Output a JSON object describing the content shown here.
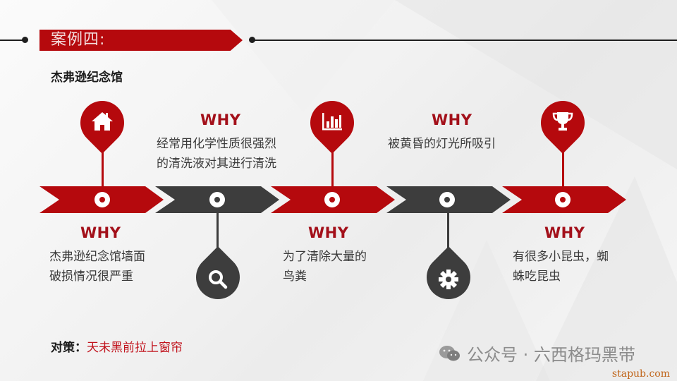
{
  "header": {
    "banner_title": "案例四:",
    "subtitle": "杰弗逊纪念馆"
  },
  "colors": {
    "accent_red": "#b5090d",
    "dark_gray": "#3d3d3d",
    "why_red": "#a3101a",
    "measure_red": "#c1121c"
  },
  "timeline": {
    "segments": [
      {
        "color": "red",
        "icon": "home-icon",
        "pin_position": "top",
        "why": "WHY",
        "text": [
          "杰弗逊纪念馆墙面",
          "破损情况很严重"
        ],
        "text_position": "bottom"
      },
      {
        "color": "gray",
        "icon": "search-icon",
        "pin_position": "bottom",
        "why": "WHY",
        "text": [
          "经常用化学性质很强烈",
          "的清洗液对其进行清洗"
        ],
        "text_position": "top"
      },
      {
        "color": "red",
        "icon": "bar-chart-icon",
        "pin_position": "top",
        "why": "WHY",
        "text": [
          "为了清除大量的",
          "鸟粪"
        ],
        "text_position": "bottom"
      },
      {
        "color": "gray",
        "icon": "gear-icon",
        "pin_position": "bottom",
        "why": "WHY",
        "text": [
          "被黄昏的灯光所吸引"
        ],
        "text_position": "top"
      },
      {
        "color": "red",
        "icon": "trophy-icon",
        "pin_position": "top",
        "why": "WHY",
        "text": [
          "有很多小昆虫，蜘",
          "蛛吃昆虫"
        ],
        "text_position": "bottom"
      }
    ]
  },
  "measure": {
    "label": "对策：",
    "value": "天未黑前拉上窗帘"
  },
  "watermark": {
    "text": "公众号 · 六西格玛黑带",
    "url": "stapub.com"
  }
}
